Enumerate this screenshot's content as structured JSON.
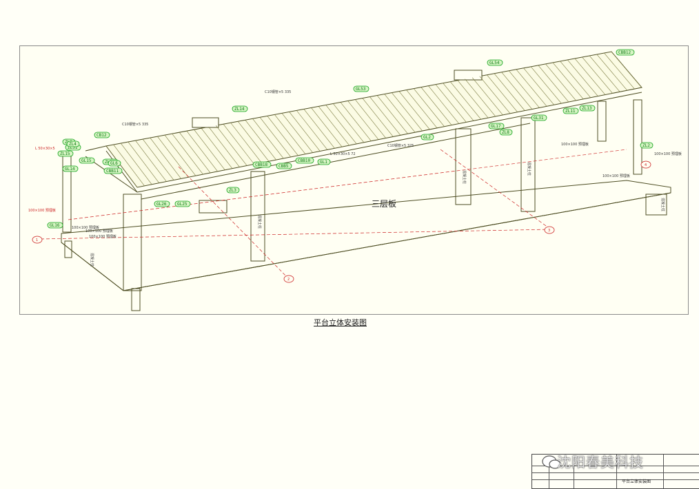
{
  "drawing": {
    "level_label": "三层板",
    "caption": "平台立体安装图",
    "tags": [
      {
        "id": "ZL1-top",
        "text": "ZL1"
      },
      {
        "id": "CB12",
        "text": "CB12"
      },
      {
        "id": "CBB12",
        "text": "CBB12"
      },
      {
        "id": "GL54",
        "text": "GL54"
      },
      {
        "id": "GL53",
        "text": "GL53"
      },
      {
        "id": "ZL14",
        "text": "ZL14"
      },
      {
        "id": "CBB18",
        "text": "CBB18"
      },
      {
        "id": "CBB10",
        "text": "CBB10"
      },
      {
        "id": "GL1",
        "text": "GL1"
      },
      {
        "id": "ZL11",
        "text": "ZL11"
      },
      {
        "id": "ZL13",
        "text": "ZL13"
      },
      {
        "id": "GL15",
        "text": "GL15"
      },
      {
        "id": "ZL15",
        "text": "ZL15"
      },
      {
        "id": "ZL51",
        "text": "ZL51"
      },
      {
        "id": "GL14",
        "text": "GL14"
      },
      {
        "id": "CBB11",
        "text": "CBB11"
      },
      {
        "id": "ZL52",
        "text": "ZL52"
      },
      {
        "id": "GL16",
        "text": "GL16"
      },
      {
        "id": "GL17",
        "text": "GL17"
      },
      {
        "id": "CBB5",
        "text": "CBB5"
      },
      {
        "id": "GL2",
        "text": "GL2"
      },
      {
        "id": "ZL8",
        "text": "ZL8"
      },
      {
        "id": "GL31",
        "text": "GL31"
      },
      {
        "id": "GL26",
        "text": "GL26"
      },
      {
        "id": "GL25",
        "text": "GL25"
      },
      {
        "id": "GL6",
        "text": "GL6"
      },
      {
        "id": "ZL4",
        "text": "ZL4"
      },
      {
        "id": "ZL2",
        "text": "ZL2"
      },
      {
        "id": "ZL3",
        "text": "ZL3"
      }
    ],
    "notes": [
      {
        "id": "n1",
        "text": "C10钢管×5 335"
      },
      {
        "id": "n2",
        "text": "C10钢管×5 335"
      },
      {
        "id": "n3",
        "text": "L 50×30×5"
      },
      {
        "id": "n4",
        "text": "C10钢管×5 325"
      },
      {
        "id": "n5",
        "text": "L 50×30×5 72"
      },
      {
        "id": "n6",
        "text": "100×100 预埋板"
      },
      {
        "id": "n7",
        "text": "100×100 预埋板"
      },
      {
        "id": "n8",
        "text": "100×100 预埋板"
      },
      {
        "id": "n9",
        "text": "100×100 预埋板"
      },
      {
        "id": "n10",
        "text": "100×100 预埋板"
      },
      {
        "id": "n11",
        "text": "100×100 预埋板"
      },
      {
        "id": "n12",
        "text": "100×100 预埋板"
      }
    ],
    "column_label": "混凝土柱",
    "axis_marks": [
      "1",
      "2",
      "3",
      "4"
    ]
  },
  "title_block": {
    "title": "平台立体安装图",
    "watermark": "沈阳春美科技"
  },
  "colors": {
    "structure": "#3a3a10",
    "tag_fill": "#d7f5c4",
    "tag_stroke": "#12a21a",
    "axis_red": "#cc2222"
  }
}
